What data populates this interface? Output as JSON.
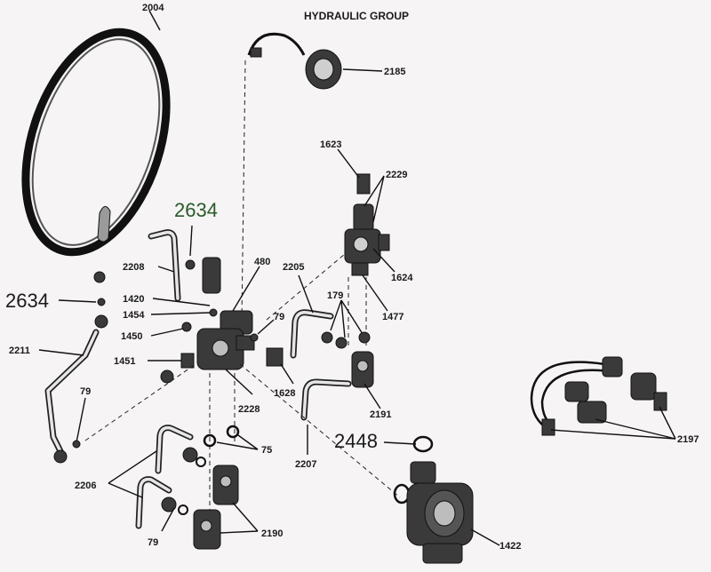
{
  "title": "HYDRAULIC GROUP",
  "labels": {
    "p2004": "2004",
    "p2185": "2185",
    "p1623": "1623",
    "p2229": "2229",
    "p2634_top": "2634",
    "p2208": "2208",
    "p480": "480",
    "p2205": "2205",
    "p1624": "1624",
    "p2634_left": "2634",
    "p1420": "1420",
    "p1454": "1454",
    "p79_center": "79",
    "p179": "179",
    "p1477": "1477",
    "p1450": "1450",
    "p2211": "2211",
    "p1451": "1451",
    "p79_left": "79",
    "p1628": "1628",
    "p2228": "2228",
    "p2191": "2191",
    "p2448": "2448",
    "p75": "75",
    "p2207": "2207",
    "p2197": "2197",
    "p2206": "2206",
    "p79_bottom": "79",
    "p2190": "2190",
    "p1422": "1422"
  }
}
